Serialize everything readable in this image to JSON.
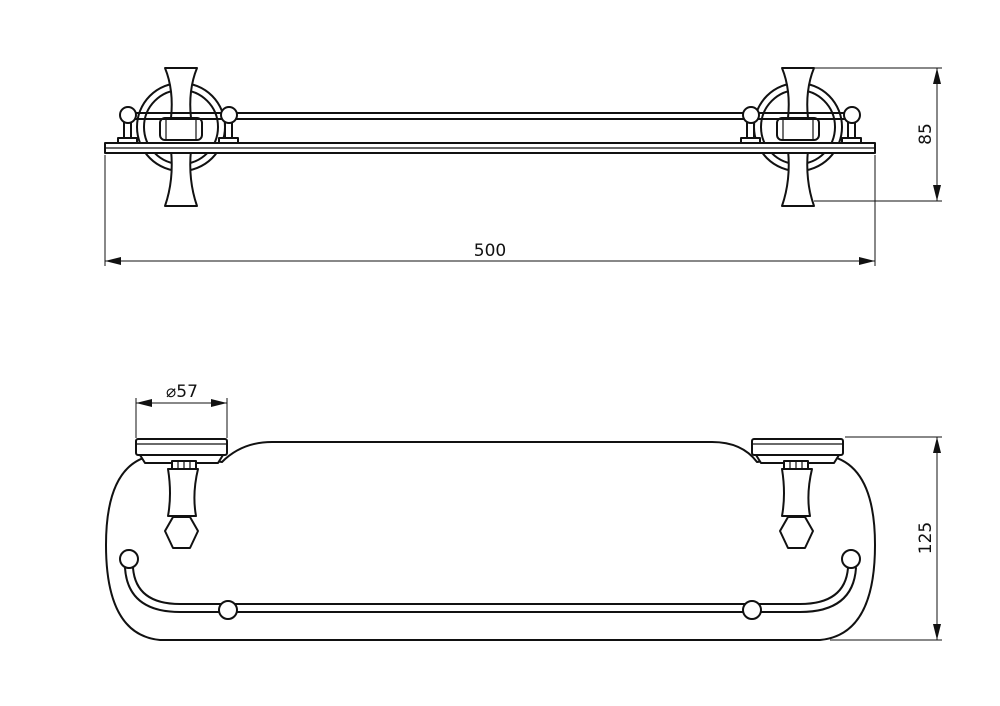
{
  "dimensions": {
    "length": "500",
    "height": "85",
    "depth": "125",
    "flange_diameter": "57",
    "diameter_symbol": "⌀"
  }
}
